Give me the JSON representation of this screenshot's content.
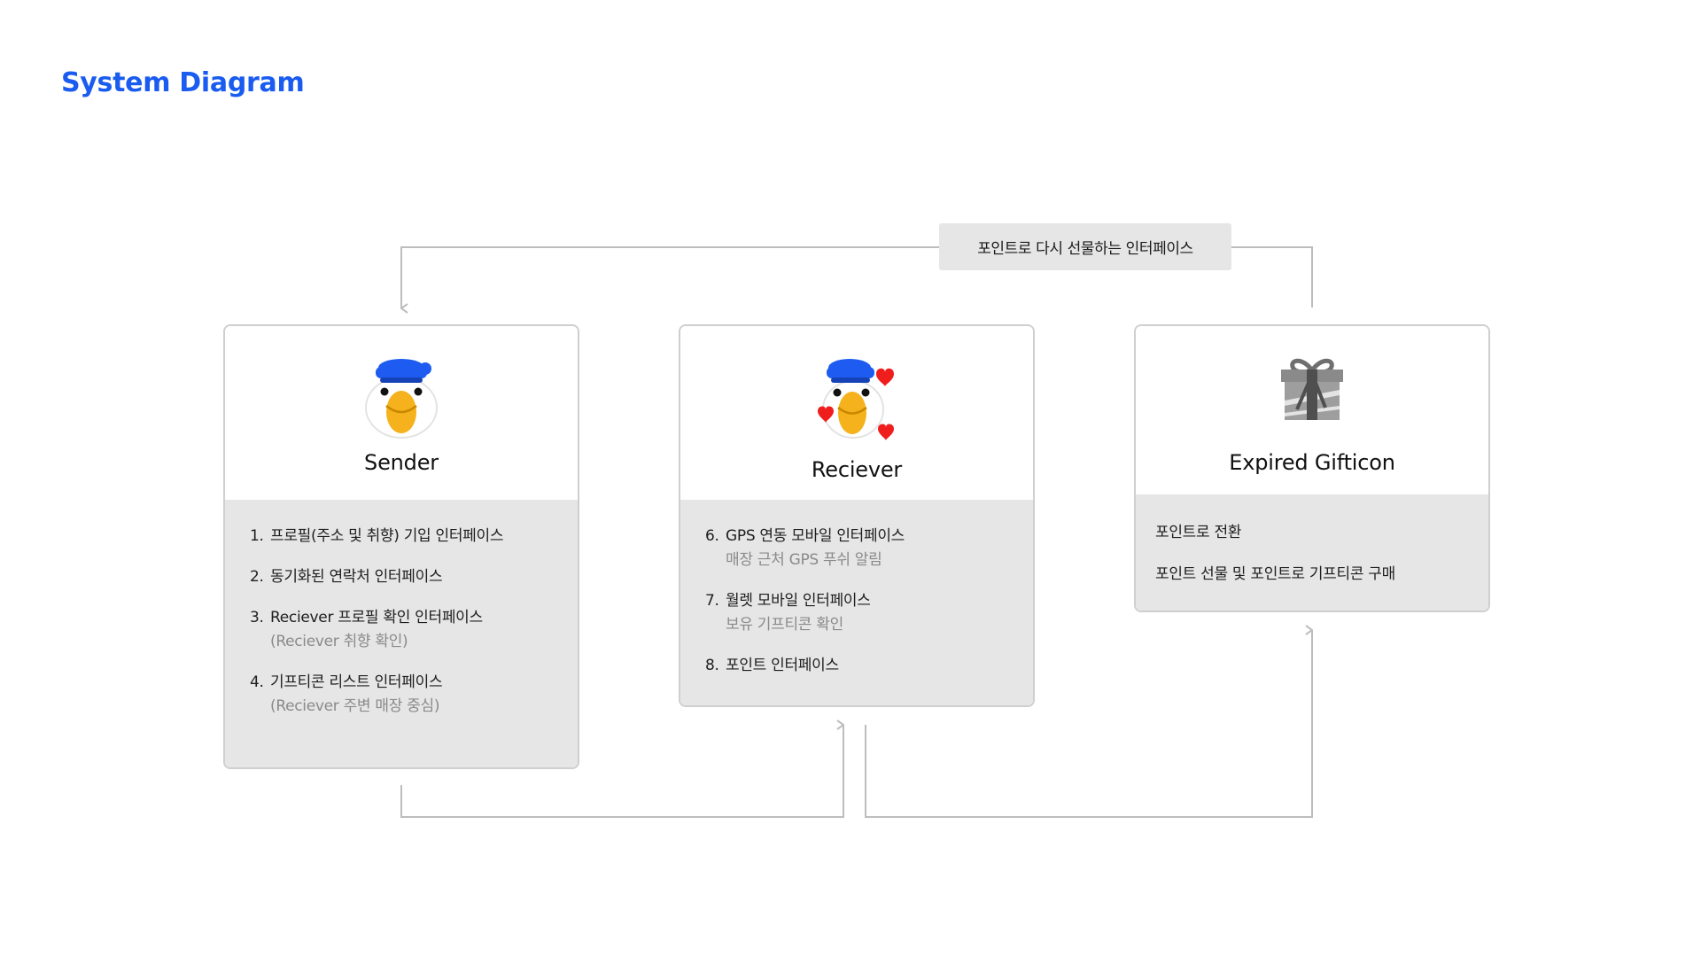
{
  "page": {
    "title": "System Diagram",
    "accent_color": "#1a5cf0"
  },
  "feedback_label": "포인트로 다시 선물하는 인터페이스",
  "cards": {
    "sender": {
      "name": "Sender",
      "icon": "duck-mascot-icon",
      "steps": [
        {
          "num": "1.",
          "label": "프로필(주소 및 취향) 기입 인터페이스",
          "sub": ""
        },
        {
          "num": "2.",
          "label": "동기화된 연락처 인터페이스",
          "sub": ""
        },
        {
          "num": "3.",
          "label": "Reciever 프로필 확인 인터페이스",
          "sub": "(Reciever 취향 확인)"
        },
        {
          "num": "4.",
          "label": "기프티콘 리스트 인터페이스",
          "sub": "(Reciever 주변 매장 중심)"
        }
      ]
    },
    "reciever": {
      "name": "Reciever",
      "icon": "duck-mascot-hearts-icon",
      "steps": [
        {
          "num": "6.",
          "label": "GPS 연동 모바일 인터페이스",
          "sub": "매장 근처 GPS 푸쉬 알림"
        },
        {
          "num": "7.",
          "label": "월렛 모바일 인터페이스",
          "sub": "보유 기프티콘 확인"
        },
        {
          "num": "8.",
          "label": "포인트 인터페이스",
          "sub": ""
        }
      ]
    },
    "expired": {
      "name": "Expired Gifticon",
      "icon": "gift-box-icon",
      "items": [
        "포인트로 전환",
        "포인트 선물 및 포인트로 기프티콘 구매"
      ]
    }
  },
  "colors": {
    "card_border": "#cfcfcf",
    "card_body": "#e6e6e6",
    "connector": "#bdbdbd",
    "duck_hat": "#1e5bf0",
    "duck_beak": "#f5b21c",
    "heart": "#f01d1d",
    "gift": "#7f7f7f"
  }
}
